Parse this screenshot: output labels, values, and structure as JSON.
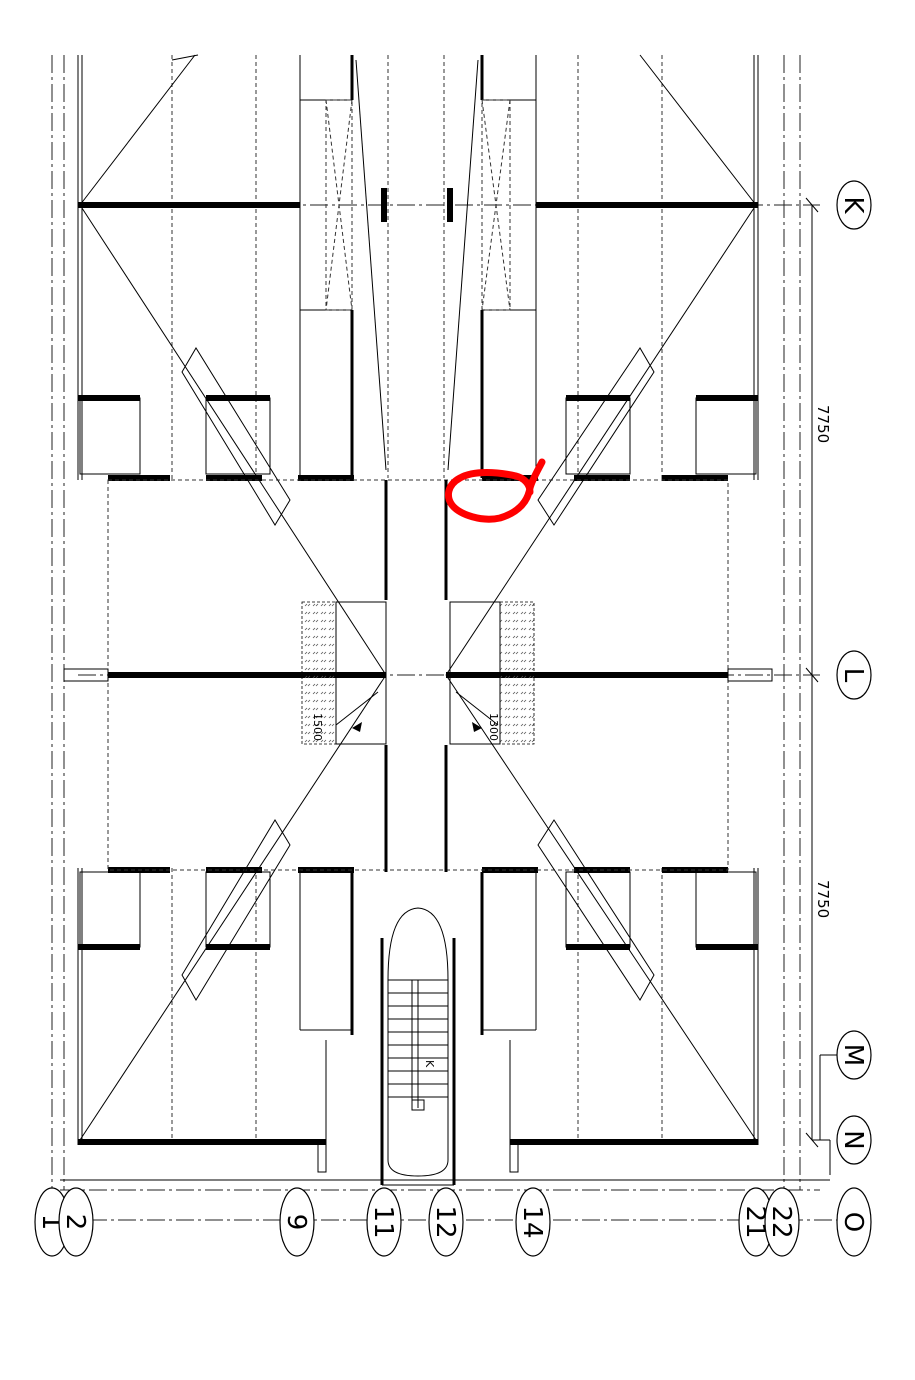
{
  "plan": {
    "column_labels": [
      "1",
      "2",
      "9",
      "11",
      "12",
      "14",
      "21",
      "22",
      "O"
    ],
    "row_labels": [
      "K",
      "L",
      "M",
      "N"
    ],
    "dimensions": [
      "7750",
      "7750"
    ],
    "lift_labels": [
      "1500",
      "1300"
    ],
    "stair_arrow": "K",
    "colors": {
      "line": "#000000",
      "markup": "#ff0000",
      "background": "#ffffff"
    }
  }
}
